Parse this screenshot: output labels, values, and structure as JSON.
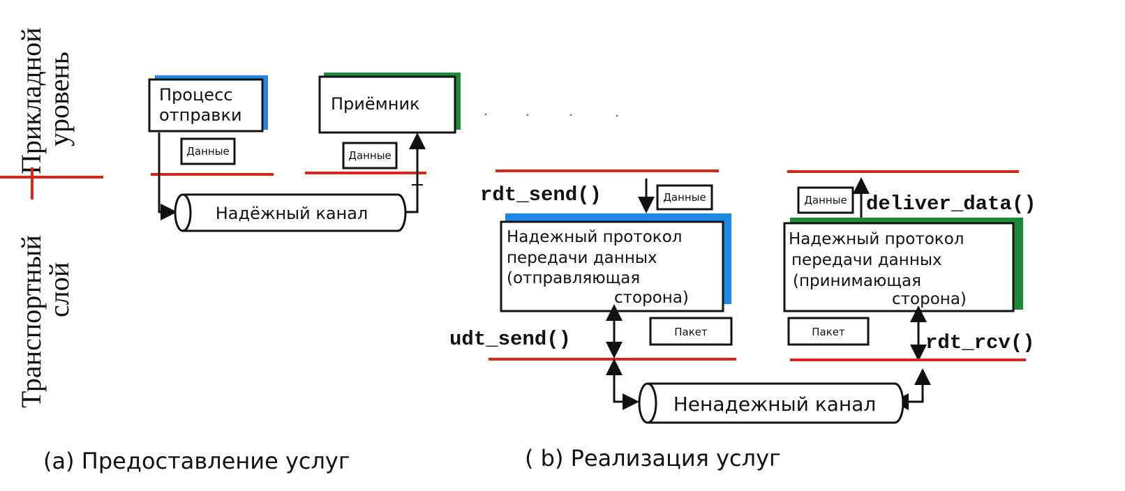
{
  "layers": {
    "application": [
      "Прикладной",
      "уровень"
    ],
    "transport": [
      "Транспортный",
      "слой"
    ]
  },
  "panel_a": {
    "sender": [
      "Процесс",
      "отправки"
    ],
    "receiver": "Приёмник",
    "data_sender": "Данные",
    "data_receiver": "Данные",
    "channel": "Надёжный канал",
    "caption": "(a) Предоставление услуг"
  },
  "panel_b": {
    "rdt_send": "rdt_send()",
    "deliver_data": "deliver_data()",
    "udt_send": "udt_send()",
    "rdt_rcv": "rdt_rcv()",
    "data_left": "Данные",
    "data_right": "Данные",
    "packet_left": "Пакет",
    "packet_right": "Пакет",
    "sender_protocol": [
      "Надежный протокол",
      "передачи данных",
      "(отправляющая",
      "сторона)"
    ],
    "receiver_protocol": [
      "Надежный протокол",
      "передачи данных",
      "(принимающая",
      "сторона)"
    ],
    "channel": "Ненадежный канал",
    "caption": "( b) Реализация услуг"
  },
  "colors": {
    "layer_line": "#d42a1e",
    "sender_accent": "#1e88e5",
    "receiver_accent": "#1e8a3a",
    "stroke": "#111111"
  }
}
